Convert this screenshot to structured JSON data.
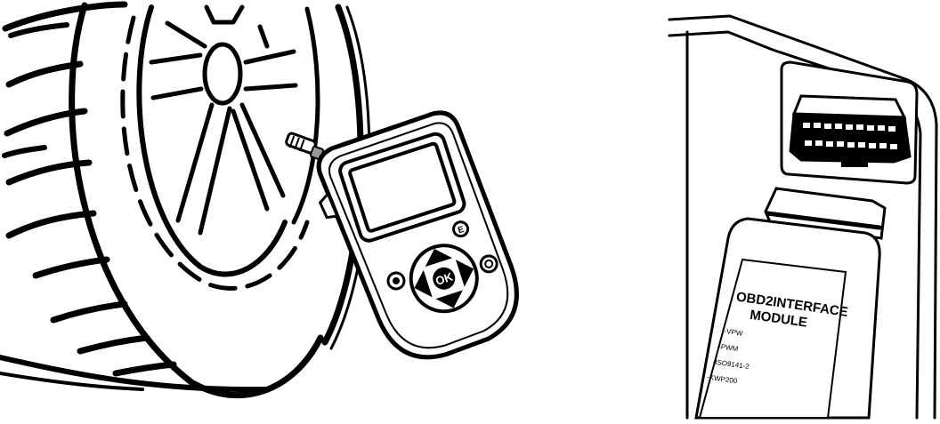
{
  "tool": {
    "ok_label": "OK",
    "enter_label": "E"
  },
  "obd_module": {
    "title_line1": "OBD2INTERFACE",
    "title_line2": "MODULE",
    "protocols": [
      "-VPW",
      "-PWM",
      "-ISO9141-2",
      "-KWP200"
    ]
  }
}
